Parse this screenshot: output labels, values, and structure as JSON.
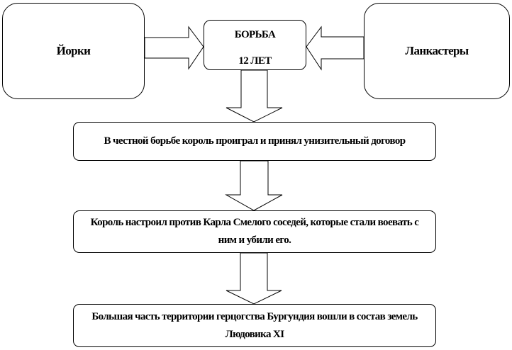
{
  "diagram": {
    "left_box": {
      "label": "Йорки"
    },
    "right_box": {
      "label": "Ланкастеры"
    },
    "center_box": {
      "line1": "БОРЬБА",
      "line2": "12 ЛЕТ"
    },
    "steps": [
      {
        "text": "В честной борьбе король проиграл и принял унизительный договор"
      },
      {
        "text": "Король настроил против Карла Смелого соседей, которые стали воевать с ним и убили его."
      },
      {
        "text": "Большая часть территории герцогства Бургундия вошли в состав земель Людовика XI"
      }
    ],
    "colors": {
      "stroke": "#000000",
      "fill": "#ffffff",
      "text": "#000000"
    }
  }
}
